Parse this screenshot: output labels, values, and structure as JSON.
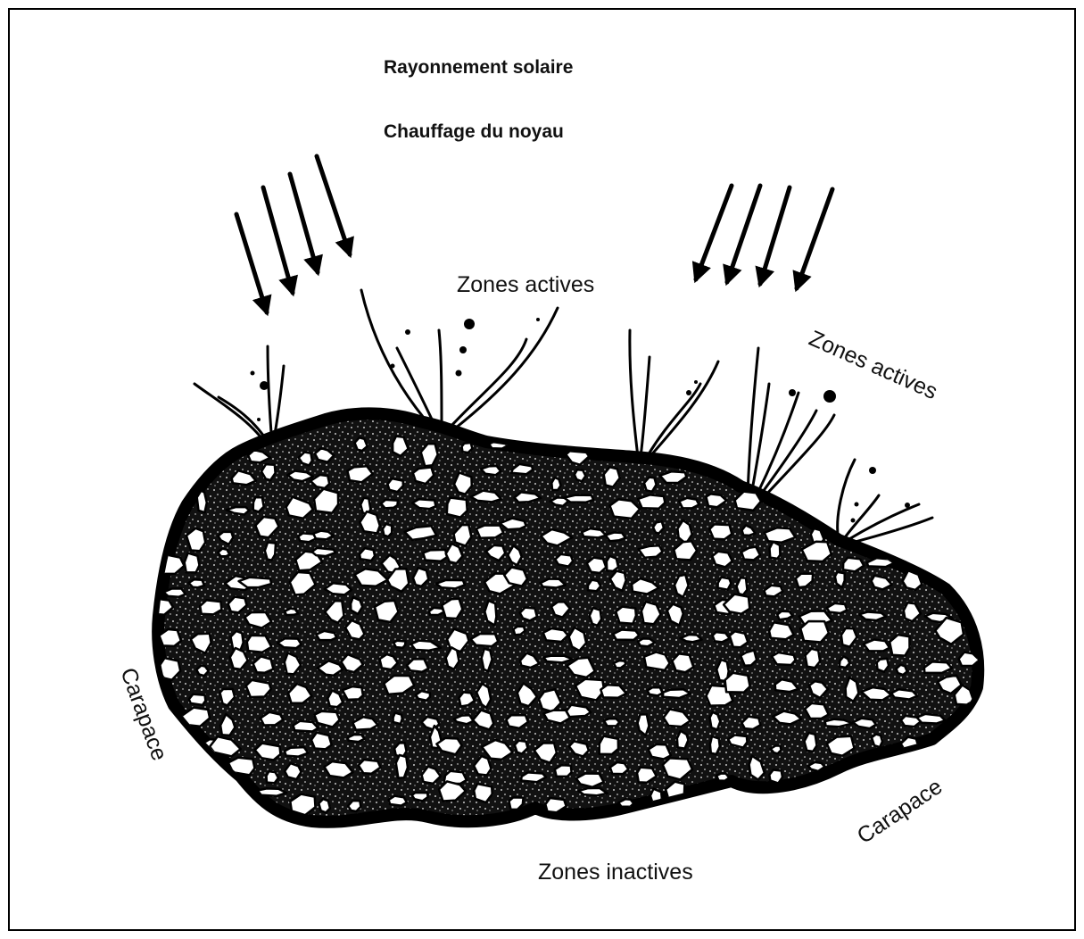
{
  "diagram": {
    "title": "Rayonnement solaire",
    "subtitle": "Chauffage du noyau",
    "labels": {
      "active_top": "Zones actives",
      "active_right": "Zones actives",
      "carapace_left": "Carapace",
      "carapace_right": "Carapace",
      "inactive_bottom": "Zones inactives"
    },
    "colors": {
      "ink": "#000000",
      "paper": "#ffffff"
    }
  }
}
